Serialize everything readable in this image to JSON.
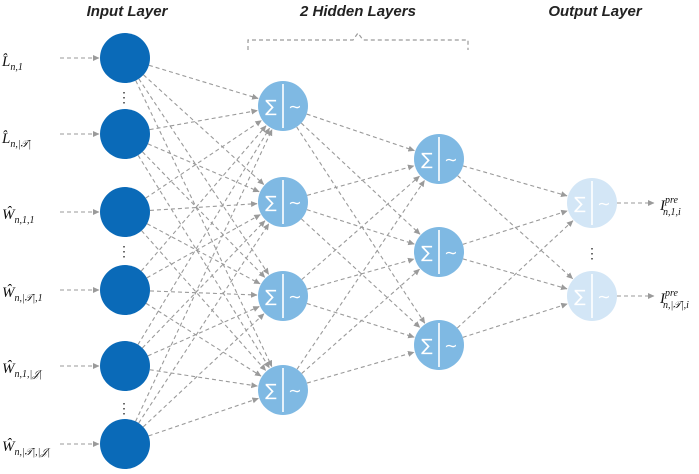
{
  "titles": {
    "input": "Input Layer",
    "hidden": "2 Hidden Layers",
    "output": "Output Layer"
  },
  "inputs": [
    {
      "base": "L̂",
      "sub": "n,1"
    },
    {
      "base": "L̂",
      "sub": "n,|𝒯|"
    },
    {
      "base": "Ŵ",
      "sub": "n,1,1"
    },
    {
      "base": "Ŵ",
      "sub": "n,|𝒯|,1"
    },
    {
      "base": "Ŵ",
      "sub": "n,1,|𝒥|"
    },
    {
      "base": "Ŵ",
      "sub": "n,|𝒯|,|𝒥|"
    }
  ],
  "outputs": [
    {
      "base": "I",
      "sup": "pre",
      "sub": "n,1,i"
    },
    {
      "base": "I",
      "sup": "pre",
      "sub": "n,|𝒯|,i"
    }
  ],
  "neuron_symbols": {
    "sum": "∑",
    "activation": "∼"
  },
  "ellipsis": "⋮",
  "colors": {
    "input_node": "#0a6ab8",
    "hidden_node": "#7fb9e3",
    "output_node": "#d3e6f6",
    "edge": "#9a9a9a"
  }
}
